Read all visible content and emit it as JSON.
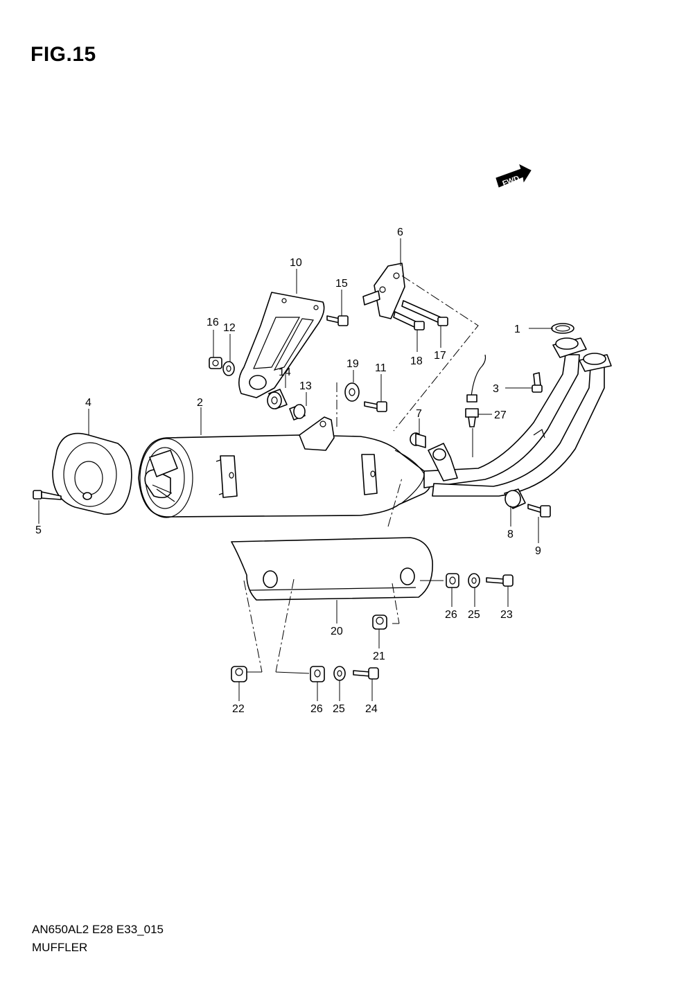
{
  "figure_title": "FIG.15",
  "caption_code": "AN650AL2 E28 E33_015",
  "caption_name": "MUFFLER",
  "fwd_label": "FWD",
  "callouts": [
    {
      "id": "c1",
      "text": "1"
    },
    {
      "id": "c2",
      "text": "2"
    },
    {
      "id": "c3",
      "text": "3"
    },
    {
      "id": "c4",
      "text": "4"
    },
    {
      "id": "c5",
      "text": "5"
    },
    {
      "id": "c6",
      "text": "6"
    },
    {
      "id": "c7",
      "text": "7"
    },
    {
      "id": "c8",
      "text": "8"
    },
    {
      "id": "c9",
      "text": "9"
    },
    {
      "id": "c10",
      "text": "10"
    },
    {
      "id": "c11",
      "text": "11"
    },
    {
      "id": "c12",
      "text": "12"
    },
    {
      "id": "c13",
      "text": "13"
    },
    {
      "id": "c14",
      "text": "14"
    },
    {
      "id": "c15",
      "text": "15"
    },
    {
      "id": "c16",
      "text": "16"
    },
    {
      "id": "c17",
      "text": "17"
    },
    {
      "id": "c18",
      "text": "18"
    },
    {
      "id": "c19",
      "text": "19"
    },
    {
      "id": "c20",
      "text": "20"
    },
    {
      "id": "c21",
      "text": "21"
    },
    {
      "id": "c22",
      "text": "22"
    },
    {
      "id": "c23",
      "text": "23"
    },
    {
      "id": "c24",
      "text": "24"
    },
    {
      "id": "c25a",
      "text": "25"
    },
    {
      "id": "c25b",
      "text": "25"
    },
    {
      "id": "c26a",
      "text": "26"
    },
    {
      "id": "c26b",
      "text": "26"
    },
    {
      "id": "c27",
      "text": "27"
    }
  ]
}
